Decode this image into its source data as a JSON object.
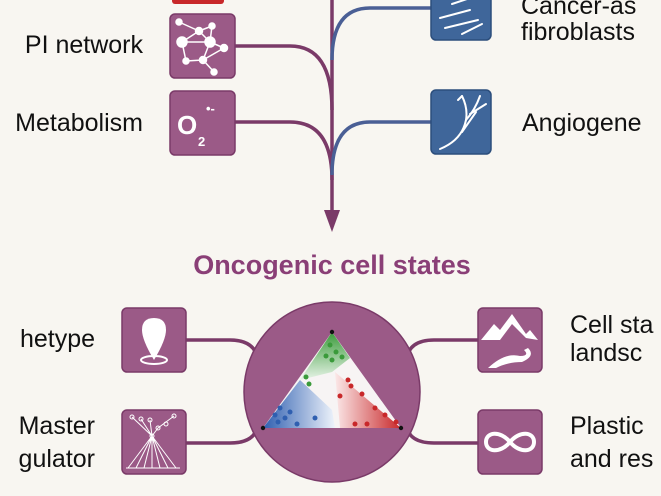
{
  "colors": {
    "background": "#f8f6f1",
    "purple": "#9b5a87",
    "purple_dark": "#7a3a68",
    "blue": "#3f669a",
    "blue_dark": "#2c4e7c",
    "red": "#c8282a",
    "green": "#3a9a3a"
  },
  "top_left": [
    {
      "label": "PI network",
      "icon": "protein-network-icon"
    },
    {
      "label": "Metabolism",
      "icon": "oxygen-radical-icon",
      "icon_text": "O",
      "icon_sub": "2",
      "icon_sup": "•-"
    }
  ],
  "top_right": [
    {
      "label_lines": [
        "Cancer-as",
        "fibroblasts"
      ],
      "icon": "fibroblast-cells-icon"
    },
    {
      "label": "Angiogene",
      "icon": "blood-vessel-icon"
    }
  ],
  "title": "Oncogenic cell states",
  "bottom_left": [
    {
      "label": "hetype",
      "icon": "location-pin-icon"
    },
    {
      "label_lines": [
        "Master",
        "gulator"
      ],
      "icon": "regulator-network-icon"
    }
  ],
  "bottom_right": [
    {
      "label_lines": [
        "Cell sta",
        "landsc"
      ],
      "icon": "mountain-landscape-icon"
    },
    {
      "label_lines": [
        "Plastic",
        "and res"
      ],
      "icon": "infinity-icon"
    }
  ],
  "center": {
    "icon": "archetype-triangle-icon"
  }
}
